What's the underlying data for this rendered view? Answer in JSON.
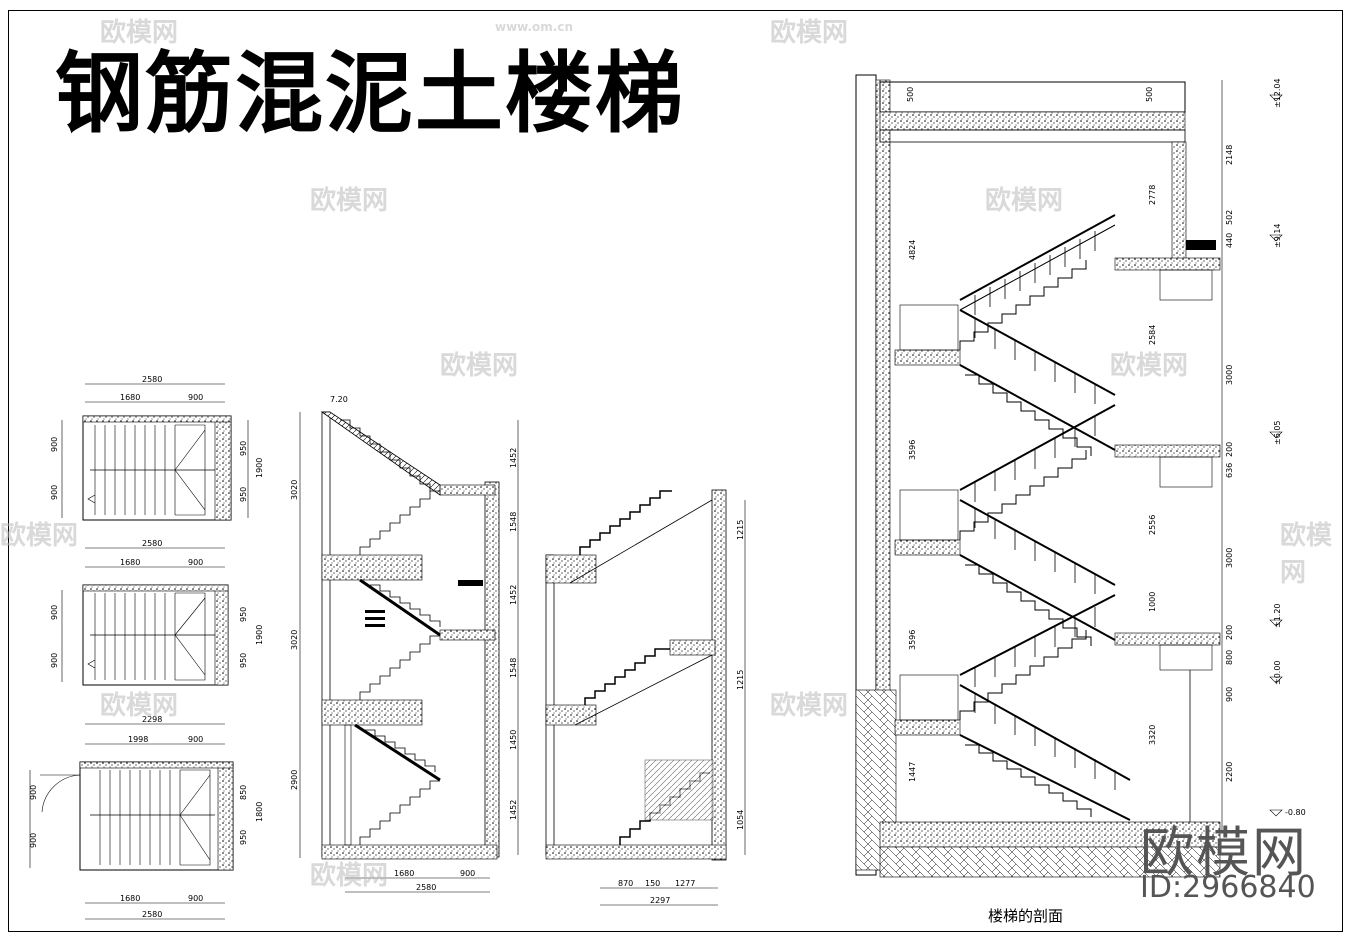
{
  "title": "钢筋混泥土楼梯",
  "section_caption": "楼梯的剖面",
  "watermark": {
    "brand": "欧模网",
    "url": "www.om.cn",
    "id_text": "ID:2966840"
  },
  "plan_dims": {
    "total_a": "2580",
    "split_a1": "1680",
    "split_a2": "900",
    "total_b": "2580",
    "split_b1": "1680",
    "split_b2": "900",
    "total_c": "2298",
    "split_c1": "1998",
    "split_c2": "900",
    "bottom_total": "2580",
    "bottom_s1": "1680",
    "bottom_s2": "900",
    "side_900": "900",
    "side_950": "950",
    "side_1900": "1900",
    "side_850": "850",
    "side_1800": "1800"
  },
  "section_a_dims": {
    "top_level": "7.20",
    "levels": [
      "3020",
      "3020",
      "2900"
    ],
    "right": [
      "1452",
      "1548",
      "1452",
      "1548",
      "1450",
      "1452"
    ],
    "bottom_total": "2580",
    "bottom_s1": "1680",
    "bottom_s2": "900"
  },
  "section_b_dims": {
    "right": [
      "1215",
      "1215",
      "1054"
    ],
    "bottom": [
      "870",
      "150",
      "1277"
    ],
    "bottom_total": "2297"
  },
  "main_section": {
    "top_dims": [
      "500",
      "500"
    ],
    "left_dims": [
      "4824",
      "3596",
      "3596",
      "1447"
    ],
    "right_inner": [
      "2778",
      "2584",
      "2556",
      "1000",
      "3320"
    ],
    "right_outer": [
      "2148",
      "502",
      "440",
      "3000",
      "200",
      "636",
      "3000",
      "200",
      "800",
      "900",
      "2200"
    ],
    "levels": [
      "±12.04",
      "±9.14",
      "±6.05",
      "±1.20",
      "±0.00",
      "-0.80"
    ]
  }
}
